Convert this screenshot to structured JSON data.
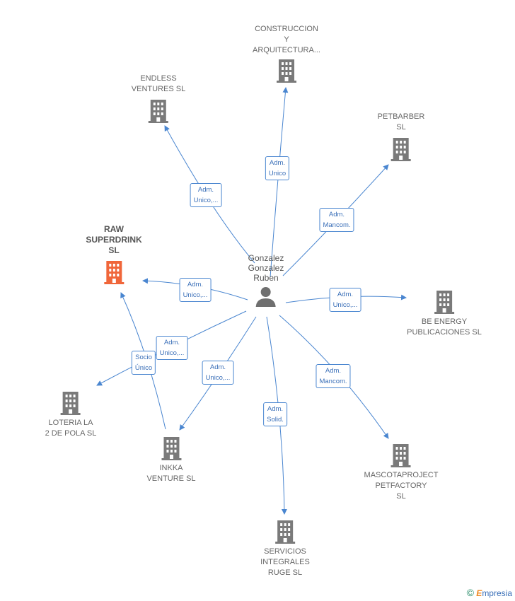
{
  "person": {
    "name_lines": [
      "Gonzalez",
      "Gonzalez",
      "Ruben"
    ]
  },
  "companies": [
    {
      "id": "construccion",
      "lines": [
        "CONSTRUCCION",
        "Y",
        "ARQUITECTURA..."
      ],
      "highlight": false
    },
    {
      "id": "endless",
      "lines": [
        "ENDLESS",
        "VENTURES  SL"
      ],
      "highlight": false
    },
    {
      "id": "petbarber",
      "lines": [
        "PETBARBER",
        "SL"
      ],
      "highlight": false
    },
    {
      "id": "raw",
      "lines": [
        "RAW",
        "SUPERDRINK",
        "SL"
      ],
      "highlight": true
    },
    {
      "id": "beenergy",
      "lines": [
        "BE ENERGY",
        "PUBLICACIONES SL"
      ],
      "highlight": false
    },
    {
      "id": "loteria",
      "lines": [
        "LOTERIA LA",
        "2 DE POLA  SL"
      ],
      "highlight": false
    },
    {
      "id": "inkka",
      "lines": [
        "INKKA",
        "VENTURE  SL"
      ],
      "highlight": false
    },
    {
      "id": "mascota",
      "lines": [
        "MASCOTAPROJECT",
        "PETFACTORY",
        "SL"
      ],
      "highlight": false
    },
    {
      "id": "servicios",
      "lines": [
        "SERVICIOS",
        "INTEGRALES",
        "RUGE SL"
      ],
      "highlight": false
    }
  ],
  "relations": [
    {
      "id": "rel-construccion",
      "lines": [
        "Adm.",
        "Unico"
      ]
    },
    {
      "id": "rel-endless",
      "lines": [
        "Adm.",
        "Unico,..."
      ]
    },
    {
      "id": "rel-petbarber",
      "lines": [
        "Adm.",
        "Mancom."
      ]
    },
    {
      "id": "rel-raw",
      "lines": [
        "Adm.",
        "Unico,..."
      ]
    },
    {
      "id": "rel-beenergy",
      "lines": [
        "Adm.",
        "Unico,..."
      ]
    },
    {
      "id": "rel-loteria",
      "lines": [
        "Adm.",
        "Unico,..."
      ]
    },
    {
      "id": "rel-inkka",
      "lines": [
        "Adm.",
        "Unico,..."
      ]
    },
    {
      "id": "rel-servicios",
      "lines": [
        "Adm.",
        "Solid."
      ]
    },
    {
      "id": "rel-mascota",
      "lines": [
        "Adm.",
        "Mancom."
      ]
    },
    {
      "id": "rel-socio",
      "lines": [
        "Socio",
        "Único"
      ]
    }
  ],
  "colors": {
    "edge": "#4a86d0",
    "building": "#7a7a7a",
    "building_highlight": "#f0663a",
    "person": "#6f6f6f"
  },
  "footer": {
    "copyright": "©",
    "brand_first": "E",
    "brand_rest": "mpresia"
  }
}
